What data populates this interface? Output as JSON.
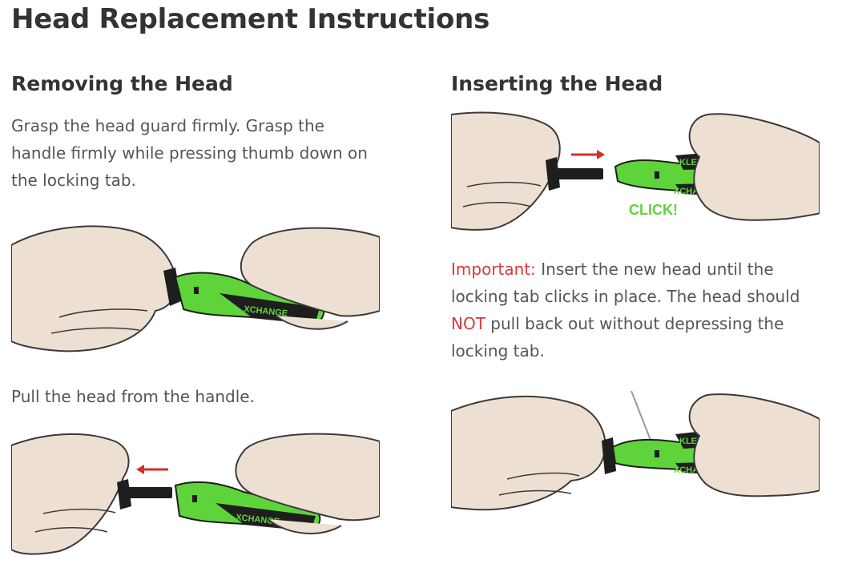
{
  "title": "Head Replacement Instructions",
  "colors": {
    "skin": "#ede0d3",
    "outline": "#3a3a3a",
    "green": "#5fd43a",
    "handle_dark": "#1e1e1e",
    "arrow_red": "#d92c2c",
    "important_red": "#d63a3a"
  },
  "removing": {
    "heading": "Removing the Head",
    "step1": "Grasp the head guard firmly. Grasp the handle firmly while pressing thumb down on the locking tab.",
    "step2": "Pull the head from the handle.",
    "handle_text": "XCHANGE"
  },
  "inserting": {
    "heading": "Inserting the Head",
    "click_label": "CLICK!",
    "handle_text_top": "KLEVER",
    "handle_text_bottom": "XCHANGE",
    "important_label": "Important:",
    "important_text_1": " Insert the new head until the locking tab clicks in place. The head should ",
    "not_word": "NOT",
    "important_text_2": " pull back out without depressing the locking tab."
  }
}
